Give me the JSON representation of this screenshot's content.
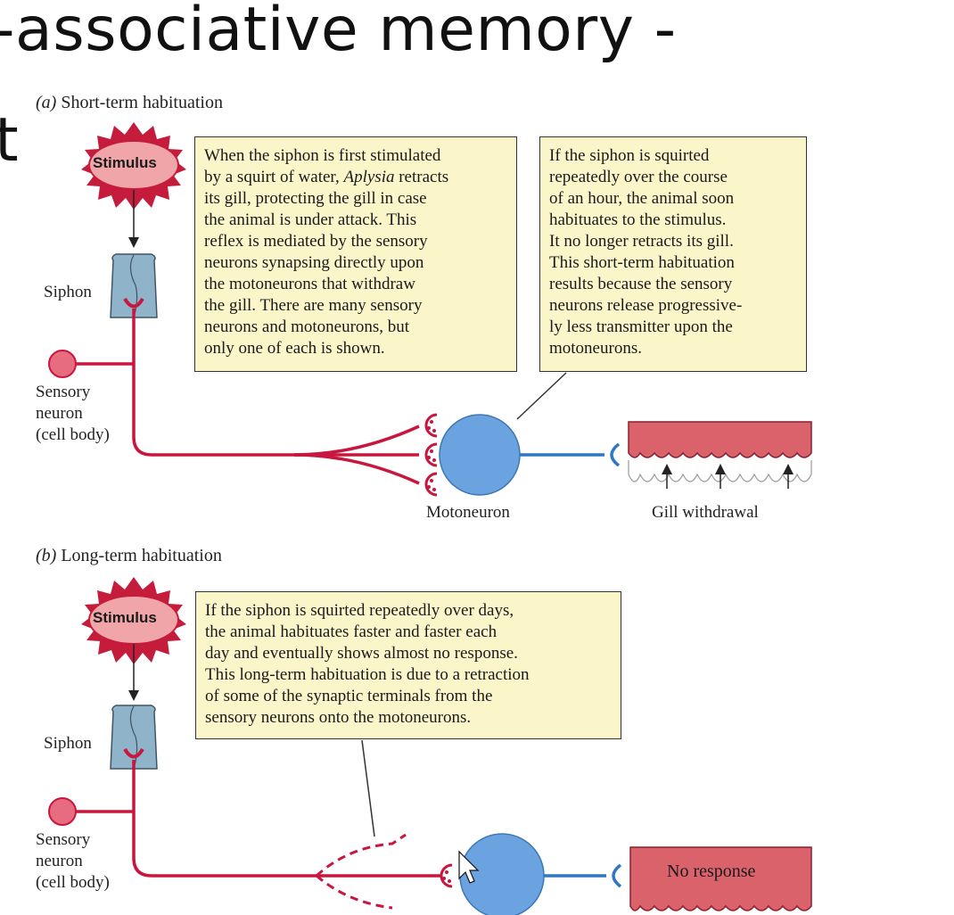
{
  "slide_title": "-associative memory -",
  "slide_title_line2": "t",
  "panel_a": {
    "label_letter": "(a)",
    "label_text": "Short-term habituation",
    "stimulus": "Stimulus",
    "siphon": "Siphon",
    "sensory_neuron": "Sensory\nneuron\n(cell body)",
    "motoneuron": "Motoneuron",
    "gill_withdrawal": "Gill withdrawal",
    "box1_part1": "When the siphon is first stimulated\nby a squirt of water, ",
    "box1_italic": "Aplysia",
    "box1_part2": " retracts\nits gill, protecting the gill in case\nthe animal is under attack. This\nreflex is mediated by the sensory\nneurons synapsing directly upon\nthe motoneurons that withdraw\nthe gill. There are many sensory\nneurons and motoneurons, but\nonly one of each is shown.",
    "box2": "If the siphon is squirted\nrepeatedly over the course\nof an hour, the animal soon\nhabituates to the stimulus.\nIt no longer retracts its gill.\nThis short-term habituation\nresults because the sensory\nneurons release progressive-\nly less transmitter upon the\nmotoneurons."
  },
  "panel_b": {
    "label_letter": "(b)",
    "label_text": "Long-term habituation",
    "stimulus": "Stimulus",
    "siphon": "Siphon",
    "sensory_neuron": "Sensory\nneuron\n(cell body)",
    "box": "If the siphon is squirted repeatedly over days,\nthe animal habituates faster and faster each\nday and eventually shows almost no response.\nThis long-term habituation is due to a retraction\nof some of the synaptic terminals from the\nsensory neurons onto the motoneurons.",
    "no_response": "No response"
  },
  "colors": {
    "neuron_red": "#c8163e",
    "motoneuron_blue": "#6aa3df",
    "motor_axon_blue": "#2f76c3",
    "textbox_fill": "#fbf6c9",
    "gill_fill": "#d9626b",
    "stimulus_fill": "#f0a6a9"
  }
}
